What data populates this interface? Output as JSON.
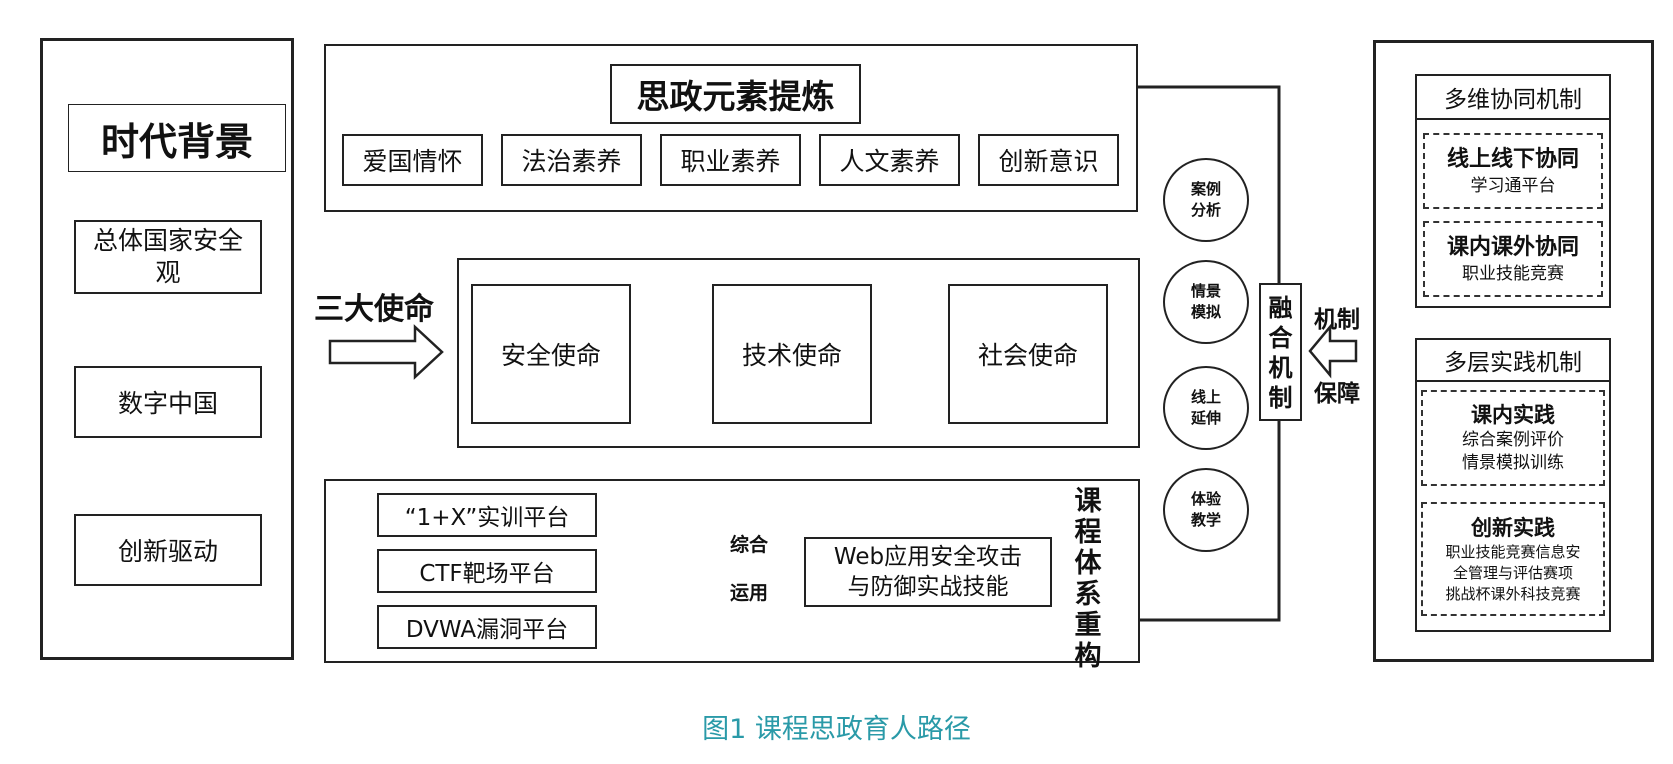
{
  "left_panel": {
    "title": "时代背景",
    "items": [
      "总体国家安全观",
      "数字中国",
      "创新驱动"
    ]
  },
  "ideology": {
    "title": "思政元素提炼",
    "elements": [
      "爱国情怀",
      "法治素养",
      "职业素养",
      "人文素养",
      "创新意识"
    ]
  },
  "missions": {
    "label": "三大使命",
    "items": [
      "安全使命",
      "技术使命",
      "社会使命"
    ]
  },
  "course": {
    "platforms": [
      "“1+X”实训平台",
      "CTF靶场平台",
      "DVWA漏洞平台"
    ],
    "arrow_label_1": "综合",
    "arrow_label_2": "运用",
    "skill_line1": "Web应用安全攻击",
    "skill_line2": "与防御实战技能",
    "vertical_label": "课程体系重构"
  },
  "methods": [
    {
      "line1": "案例",
      "line2": "分析"
    },
    {
      "line1": "情景",
      "line2": "模拟"
    },
    {
      "line1": "线上",
      "line2": "延伸"
    },
    {
      "line1": "体验",
      "line2": "教学"
    }
  ],
  "fusion": {
    "label": "融合机制",
    "guarantee_1": "机制",
    "guarantee_2": "保障"
  },
  "right_panel": {
    "collab": {
      "title": "多维协同机制",
      "items": [
        {
          "title": "线上线下协同",
          "sub": [
            "学习通平台"
          ]
        },
        {
          "title": "课内课外协同",
          "sub": [
            "职业技能竞赛"
          ]
        }
      ]
    },
    "practice": {
      "title": "多层实践机制",
      "items": [
        {
          "title": "课内实践",
          "sub": [
            "综合案例评价",
            "情景模拟训练"
          ]
        },
        {
          "title": "创新实践",
          "sub": [
            "职业技能竞赛信息安",
            "全管理与评估赛项",
            "挑战杯课外科技竞赛"
          ]
        }
      ]
    }
  },
  "caption": "图1 课程思政育人路径"
}
